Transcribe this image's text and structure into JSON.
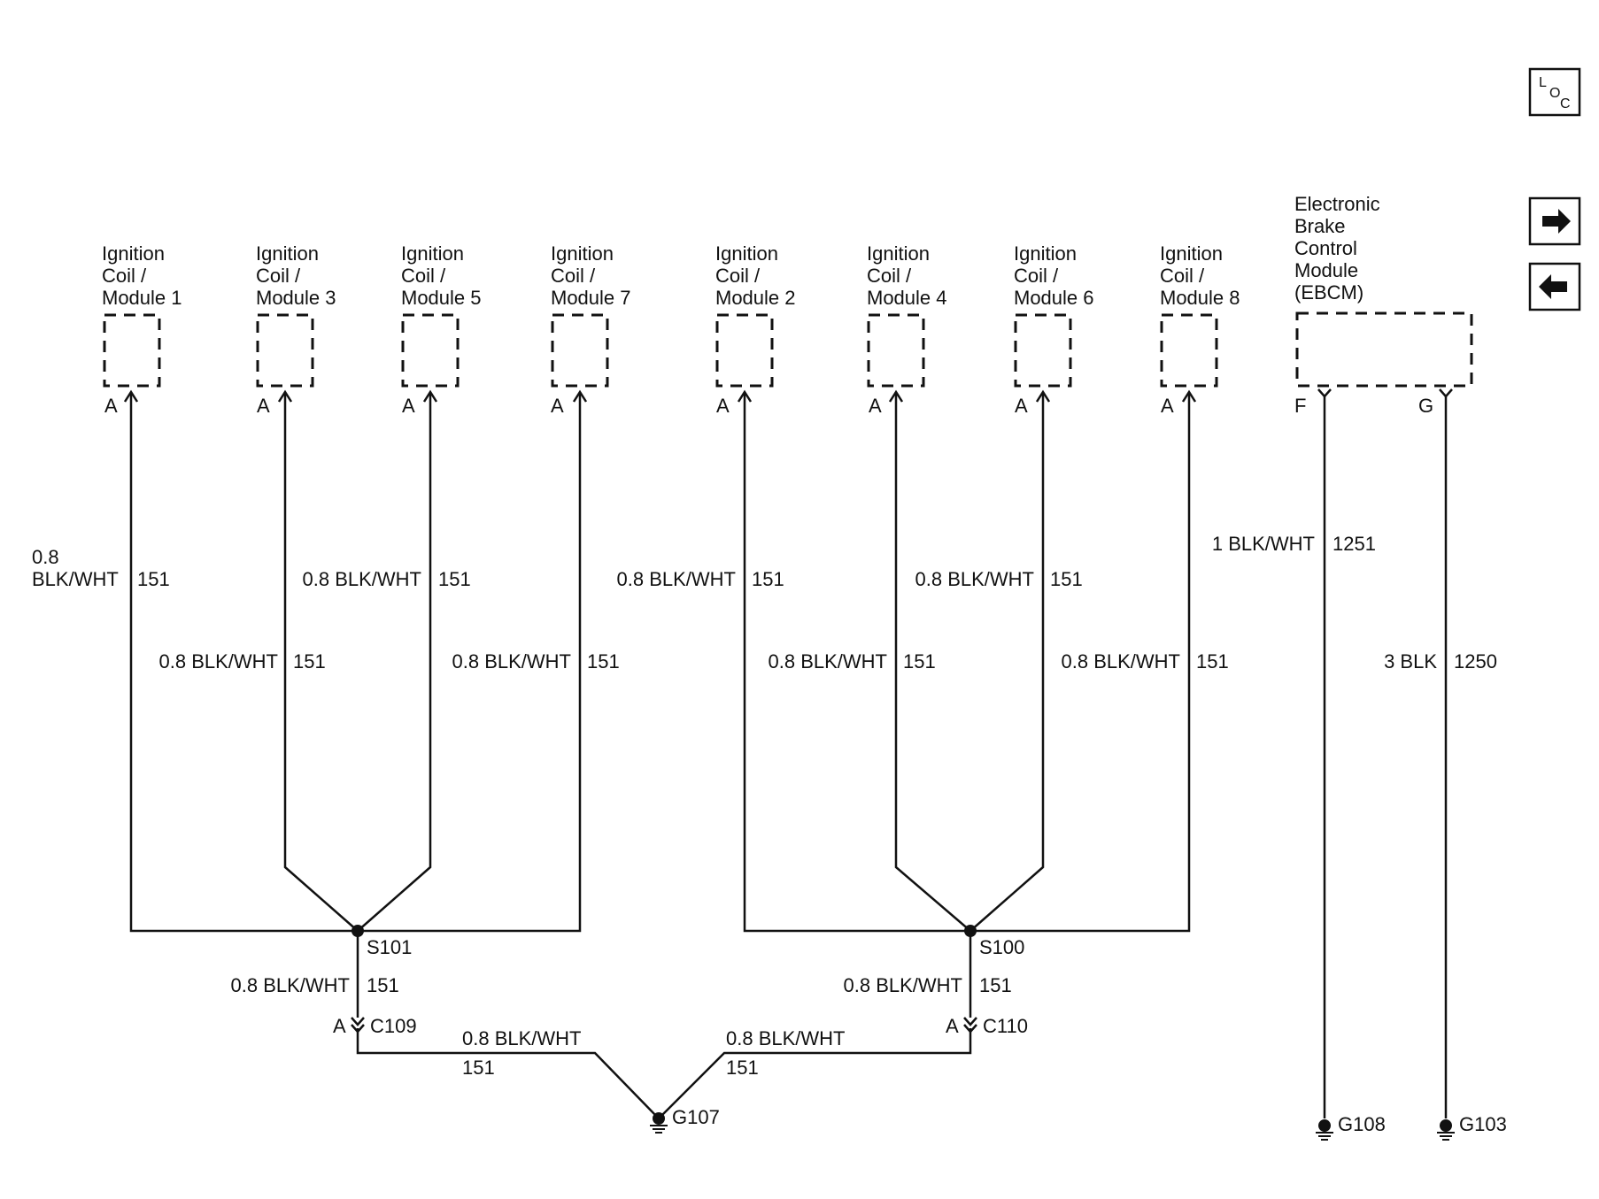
{
  "buttons": {
    "loc": {
      "l": "L",
      "o": "O",
      "c": "C"
    },
    "next_icon": "arrow-right-icon",
    "prev_icon": "arrow-left-icon"
  },
  "components": [
    {
      "line1": "Ignition",
      "line2": "Coil /",
      "line3": "Module 1",
      "pin": "A"
    },
    {
      "line1": "Ignition",
      "line2": "Coil /",
      "line3": "Module 3",
      "pin": "A"
    },
    {
      "line1": "Ignition",
      "line2": "Coil /",
      "line3": "Module 5",
      "pin": "A"
    },
    {
      "line1": "Ignition",
      "line2": "Coil /",
      "line3": "Module 7",
      "pin": "A"
    },
    {
      "line1": "Ignition",
      "line2": "Coil /",
      "line3": "Module 2",
      "pin": "A"
    },
    {
      "line1": "Ignition",
      "line2": "Coil /",
      "line3": "Module 4",
      "pin": "A"
    },
    {
      "line1": "Ignition",
      "line2": "Coil /",
      "line3": "Module 6",
      "pin": "A"
    },
    {
      "line1": "Ignition",
      "line2": "Coil /",
      "line3": "Module 8",
      "pin": "A"
    }
  ],
  "ebcm": {
    "line1": "Electronic",
    "line2": "Brake",
    "line3": "Control",
    "line4": "Module",
    "line5": "(EBCM)",
    "pin_f": "F",
    "pin_g": "G"
  },
  "wires": {
    "w1_size": "0.8",
    "w1_color": "BLK/WHT",
    "w1_circuit": "151",
    "w3": {
      "label": "0.8 BLK/WHT",
      "circuit": "151"
    },
    "w5": {
      "label": "0.8 BLK/WHT",
      "circuit": "151"
    },
    "w7": {
      "label": "0.8 BLK/WHT",
      "circuit": "151"
    },
    "w2": {
      "label": "0.8 BLK/WHT",
      "circuit": "151"
    },
    "w4": {
      "label": "0.8 BLK/WHT",
      "circuit": "151"
    },
    "w6": {
      "label": "0.8 BLK/WHT",
      "circuit": "151"
    },
    "w8": {
      "label": "0.8 BLK/WHT",
      "circuit": "151"
    },
    "ebcm_f": {
      "label": "1 BLK/WHT",
      "circuit": "1251"
    },
    "ebcm_g": {
      "label": "3 BLK",
      "circuit": "1250"
    },
    "s101_down": {
      "label": "0.8 BLK/WHT",
      "circuit": "151"
    },
    "s100_down": {
      "label": "0.8 BLK/WHT",
      "circuit": "151"
    },
    "c109_g107": {
      "label": "0.8 BLK/WHT",
      "circuit": "151"
    },
    "c110_g107": {
      "label": "0.8 BLK/WHT",
      "circuit": "151"
    }
  },
  "splices": {
    "left": "S101",
    "right": "S100"
  },
  "connectors": {
    "left": {
      "pin": "A",
      "name": "C109"
    },
    "right": {
      "pin": "A",
      "name": "C110"
    }
  },
  "grounds": {
    "g107": "G107",
    "g108": "G108",
    "g103": "G103"
  }
}
